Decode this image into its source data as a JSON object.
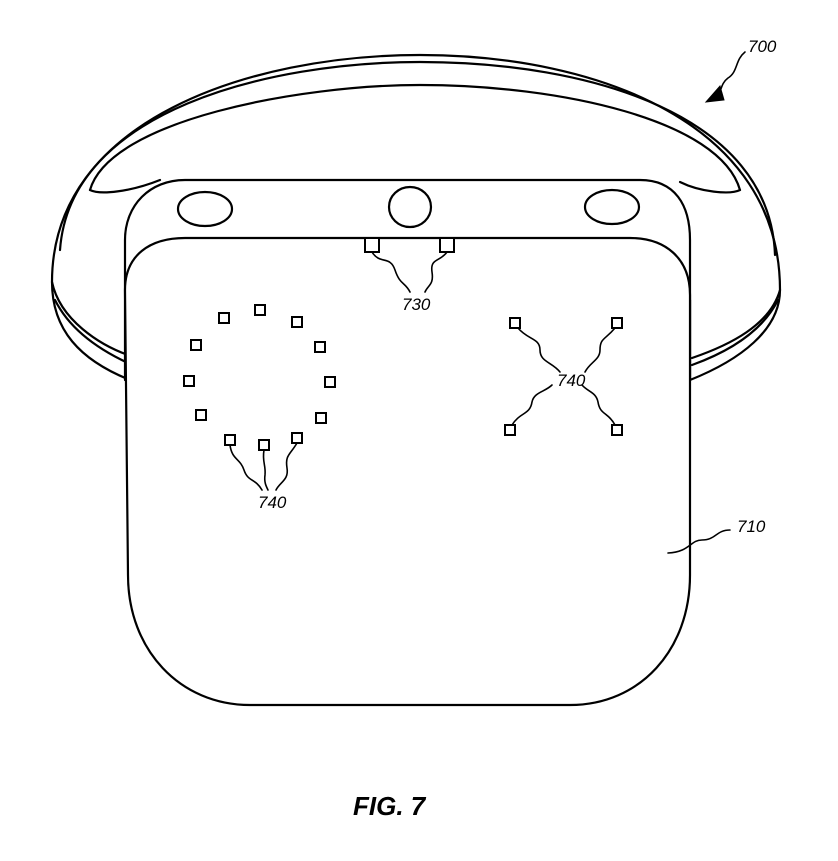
{
  "figure": {
    "caption": "FIG. 7",
    "labels": {
      "assembly": "700",
      "device_body": "710",
      "top_electrodes": "730",
      "circle_electrodes": "740",
      "x_electrodes": "740"
    }
  }
}
